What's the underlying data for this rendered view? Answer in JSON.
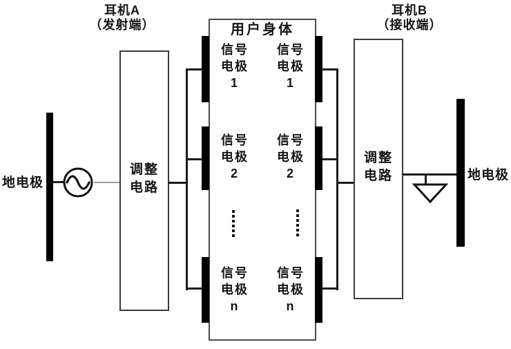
{
  "diagram": {
    "headphone_a": {
      "name": "耳机A",
      "role": "（发射端）"
    },
    "headphone_b": {
      "name": "耳机B",
      "role": "（接收端）"
    },
    "user_body_title": "用户身体",
    "adjust_circuit": {
      "line1": "调整",
      "line2": "电路"
    },
    "ground_left": "地电极",
    "ground_right": "地电极",
    "electrode_rows": [
      {
        "line1": "信号",
        "line2": "电极",
        "index": "1"
      },
      {
        "line1": "信号",
        "line2": "电极",
        "index": "2"
      },
      {
        "line1": "信号",
        "line2": "电极",
        "index": "n"
      }
    ]
  },
  "icons": {
    "ac_source": "sine-wave-in-circle",
    "ground_symbol": "hollow-down-triangle",
    "ellipsis": "vertical-dots"
  },
  "colors": {
    "electrode_bar": "#000000",
    "line": "#1b1b1b",
    "gray_wire": "#9b9b9b",
    "box_border": "#3b3b3b",
    "body_border": "#4a4a4a",
    "background": "#ffffff",
    "text": "#151515"
  }
}
